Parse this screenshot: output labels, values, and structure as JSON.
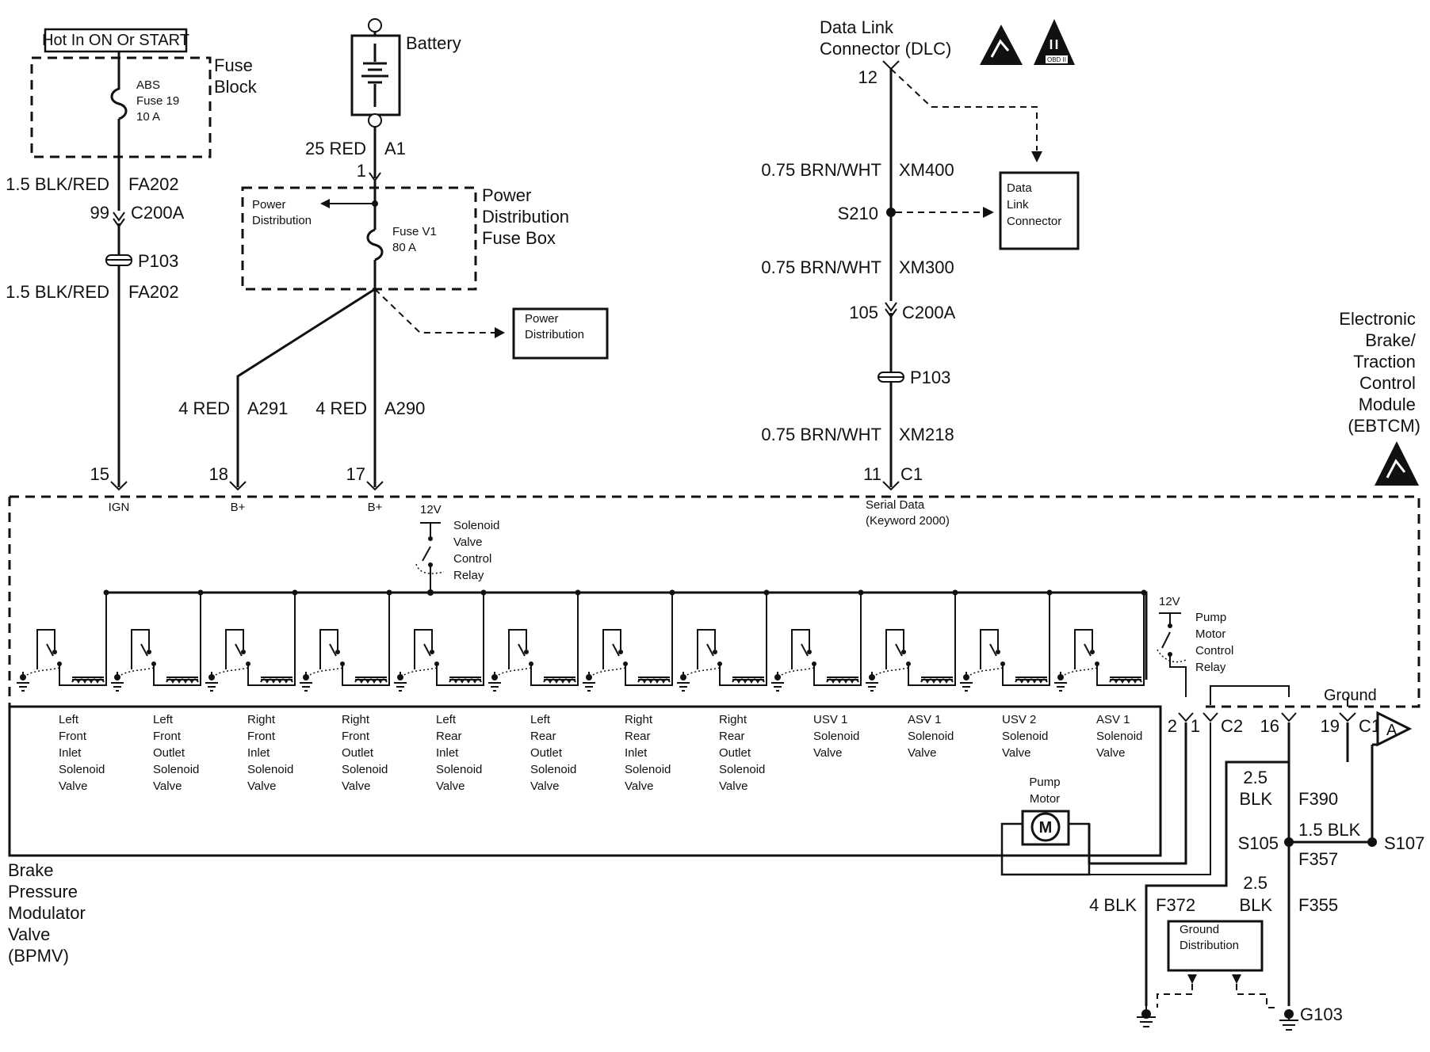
{
  "labels": {
    "hot_in_on_or_start": "Hot In ON Or START",
    "fuse_block": [
      "Fuse",
      "Block"
    ],
    "abs_fuse": [
      "ABS",
      "Fuse 19",
      "10 A"
    ],
    "battery": "Battery",
    "power_distribution_fuse_box": [
      "Power",
      "Distribution",
      "Fuse Box"
    ],
    "power_distribution_inner": [
      "Power",
      "Distribution"
    ],
    "fuse_v1": [
      "Fuse V1",
      "80 A"
    ],
    "power_distribution_ref": [
      "Power",
      "Distribution"
    ],
    "dlc_title": [
      "Data Link",
      "Connector (DLC)"
    ],
    "obd_ii": "OBD II",
    "data_link_connector_box": [
      "Data",
      "Link",
      "Connector"
    ],
    "ebtcm_title": [
      "Electronic",
      "Brake/",
      "Traction",
      "Control",
      "Module",
      "(EBTCM)"
    ],
    "bpmv_title": [
      "Brake",
      "Pressure",
      "Modulator",
      "Valve",
      "(BPMV)"
    ],
    "pump_motor": [
      "Pump",
      "Motor"
    ],
    "motor_symbol": "M",
    "solenoid_relay": [
      "Solenoid",
      "Valve",
      "Control",
      "Relay"
    ],
    "pump_relay": [
      "Pump",
      "Motor",
      "Control",
      "Relay"
    ],
    "twelve_v": "12V",
    "ground": "Ground",
    "ground_distribution": [
      "Ground",
      "Distribution"
    ],
    "serial_data": [
      "Serial Data",
      "(Keyword 2000)"
    ],
    "offpage_a": "A"
  },
  "wires": {
    "w_fa202_top": [
      "1.5 BLK/RED",
      "FA202"
    ],
    "w_fa202_bot": [
      "1.5 BLK/RED",
      "FA202"
    ],
    "w_a1": [
      "25 RED",
      "A1"
    ],
    "w_a291": [
      "4 RED",
      "A291"
    ],
    "w_a290": [
      "4 RED",
      "A290"
    ],
    "w_xm400": [
      "0.75 BRN/WHT",
      "XM400"
    ],
    "w_xm300": [
      "0.75 BRN/WHT",
      "XM300"
    ],
    "w_xm218": [
      "0.75 BRN/WHT",
      "XM218"
    ],
    "w_f390": [
      "2.5",
      "BLK",
      "F390"
    ],
    "w_f357": [
      "1.5 BLK",
      "F357"
    ],
    "w_f355": [
      "2.5",
      "BLK",
      "F355"
    ],
    "w_f372": [
      "4 BLK",
      "F372"
    ]
  },
  "connectors": {
    "c200a_left": [
      "99",
      "C200A"
    ],
    "c200a_right": [
      "105",
      "C200A"
    ],
    "p103": "P103",
    "pin_a1": "1",
    "dlc_pin": "12",
    "s210": "S210",
    "s105": "S105",
    "s107": "S107",
    "g103": "G103",
    "pin15": "15",
    "pin18": "18",
    "pin17": "17",
    "pin11": "11",
    "c1": "C1",
    "pin_ign": "IGN",
    "pin_bplus": "B+",
    "pin2": "2",
    "pin1": "1",
    "c2": "C2",
    "pin16": "16",
    "pin19": "19"
  },
  "valves": [
    [
      "Left",
      "Front",
      "Inlet",
      "Solenoid",
      "Valve"
    ],
    [
      "Left",
      "Front",
      "Outlet",
      "Solenoid",
      "Valve"
    ],
    [
      "Right",
      "Front",
      "Inlet",
      "Solenoid",
      "Valve"
    ],
    [
      "Right",
      "Front",
      "Outlet",
      "Solenoid",
      "Valve"
    ],
    [
      "Left",
      "Rear",
      "Inlet",
      "Solenoid",
      "Valve"
    ],
    [
      "Left",
      "Rear",
      "Outlet",
      "Solenoid",
      "Valve"
    ],
    [
      "Right",
      "Rear",
      "Inlet",
      "Solenoid",
      "Valve"
    ],
    [
      "Right",
      "Rear",
      "Outlet",
      "Solenoid",
      "Valve"
    ],
    [
      "USV 1",
      "Solenoid",
      "Valve"
    ],
    [
      "ASV 1",
      "Solenoid",
      "Valve"
    ],
    [
      "USV 2",
      "Solenoid",
      "Valve"
    ],
    [
      "ASV 1",
      "Solenoid",
      "Valve"
    ]
  ]
}
